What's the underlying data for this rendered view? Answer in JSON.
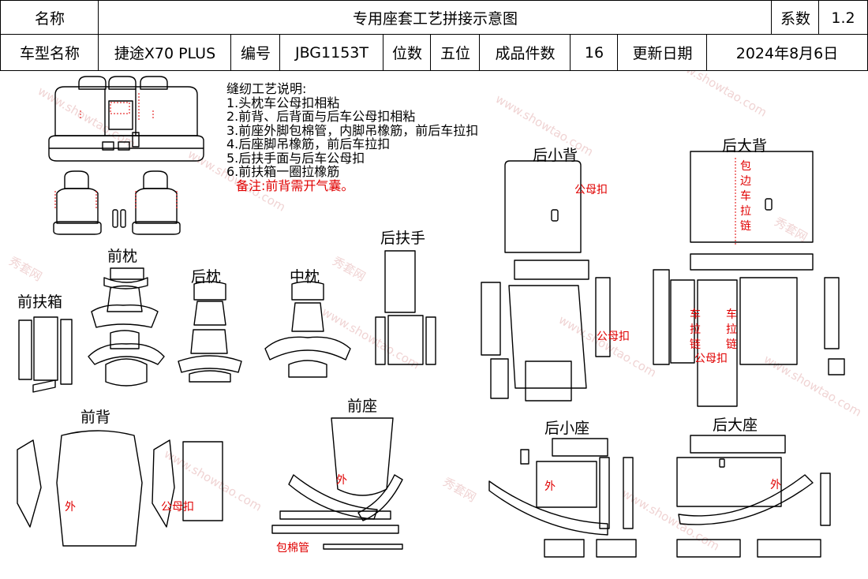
{
  "header": {
    "name_label": "名称",
    "title": "专用座套工艺拼接示意图",
    "coef_label": "系数",
    "coef_value": "1.2",
    "model_label": "车型名称",
    "model_value": "捷途X70 PLUS",
    "code_label": "编号",
    "code_value": "JBG1153T",
    "seats_label": "位数",
    "seats_value": "五位",
    "pieces_label": "成品件数",
    "pieces_value": "16",
    "date_label": "更新日期",
    "date_value": "2024年8月6日"
  },
  "notes": {
    "title": "缝纫工艺说明:",
    "items": [
      "1.头枕车公母扣相粘",
      "2.前背、后背面与后车公母扣相粘",
      "3.前座外脚包棉管，内脚吊橡筋，前后车拉扣",
      "4.后座脚吊橡筋，前后车拉扣",
      "5.后扶手面与后车公母扣",
      "6.前扶箱一圈拉橡筋"
    ],
    "remark": "备注:前背需开气囊。"
  },
  "sections": {
    "rear_small_back": "后小背",
    "rear_big_back": "后大背",
    "rear_armrest": "后扶手",
    "front_headrest": "前枕",
    "rear_headrest": "后枕",
    "middle_headrest": "中枕",
    "front_armbox": "前扶箱",
    "front_back": "前背",
    "front_seat": "前座",
    "rear_small_seat": "后小座",
    "rear_big_seat": "后大座"
  },
  "annotations": {
    "snap_1": "公母扣",
    "snap_2": "公母扣",
    "snap_3": "公母扣",
    "snap_4": "公母扣",
    "wrap_zip": "包边车拉链",
    "zip_left": "车拉链",
    "zip_right": "车拉链",
    "outer_1": "外",
    "outer_2": "外",
    "outer_3": "外",
    "outer_4": "外",
    "cotton_tube": "包棉管"
  },
  "watermark": {
    "text_1": "www.showtao.com",
    "text_2": "秀套网"
  },
  "colors": {
    "line": "#000000",
    "annotation": "#e00000",
    "watermark": "#f0d4d4"
  }
}
